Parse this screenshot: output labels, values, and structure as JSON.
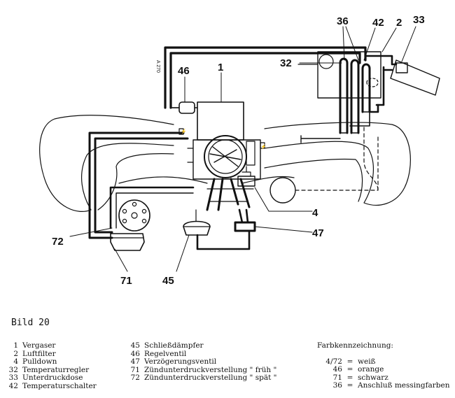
{
  "figure_label": "Bild 20",
  "side_note": "A 270",
  "callouts": {
    "c1": "1",
    "c2": "2",
    "c4": "4",
    "c32": "32",
    "c33": "33",
    "c36": "36",
    "c42": "42",
    "c45": "45",
    "c46": "46",
    "c47": "47",
    "c71": "71",
    "c72": "72"
  },
  "legend_left": [
    {
      "num": "1",
      "text": "Vergaser"
    },
    {
      "num": "2",
      "text": "Luftfilter"
    },
    {
      "num": "4",
      "text": "Pulldown"
    },
    {
      "num": "32",
      "text": "Temperaturregler"
    },
    {
      "num": "33",
      "text": "Unterdruckdose"
    },
    {
      "num": "42",
      "text": "Temperaturschalter"
    }
  ],
  "legend_mid": [
    {
      "num": "45",
      "text": "Schließdämpfer"
    },
    {
      "num": "46",
      "text": "Regelventil"
    },
    {
      "num": "47",
      "text": "Verzögerungsventil"
    },
    {
      "num": "71",
      "text": "Zündunterdruckverstellung \" früh \""
    },
    {
      "num": "72",
      "text": "Zündunterdruckverstellung \" spät \""
    }
  ],
  "color_code": {
    "title": "Farbkennzeichnung:",
    "items": [
      {
        "code": "4/72",
        "eq": "=",
        "color": "weiß"
      },
      {
        "code": "46",
        "eq": "=",
        "color": "orange"
      },
      {
        "code": "71",
        "eq": "=",
        "color": "schwarz"
      },
      {
        "code": "36",
        "eq": "=",
        "color": "Anschluß messingfarben"
      }
    ]
  }
}
